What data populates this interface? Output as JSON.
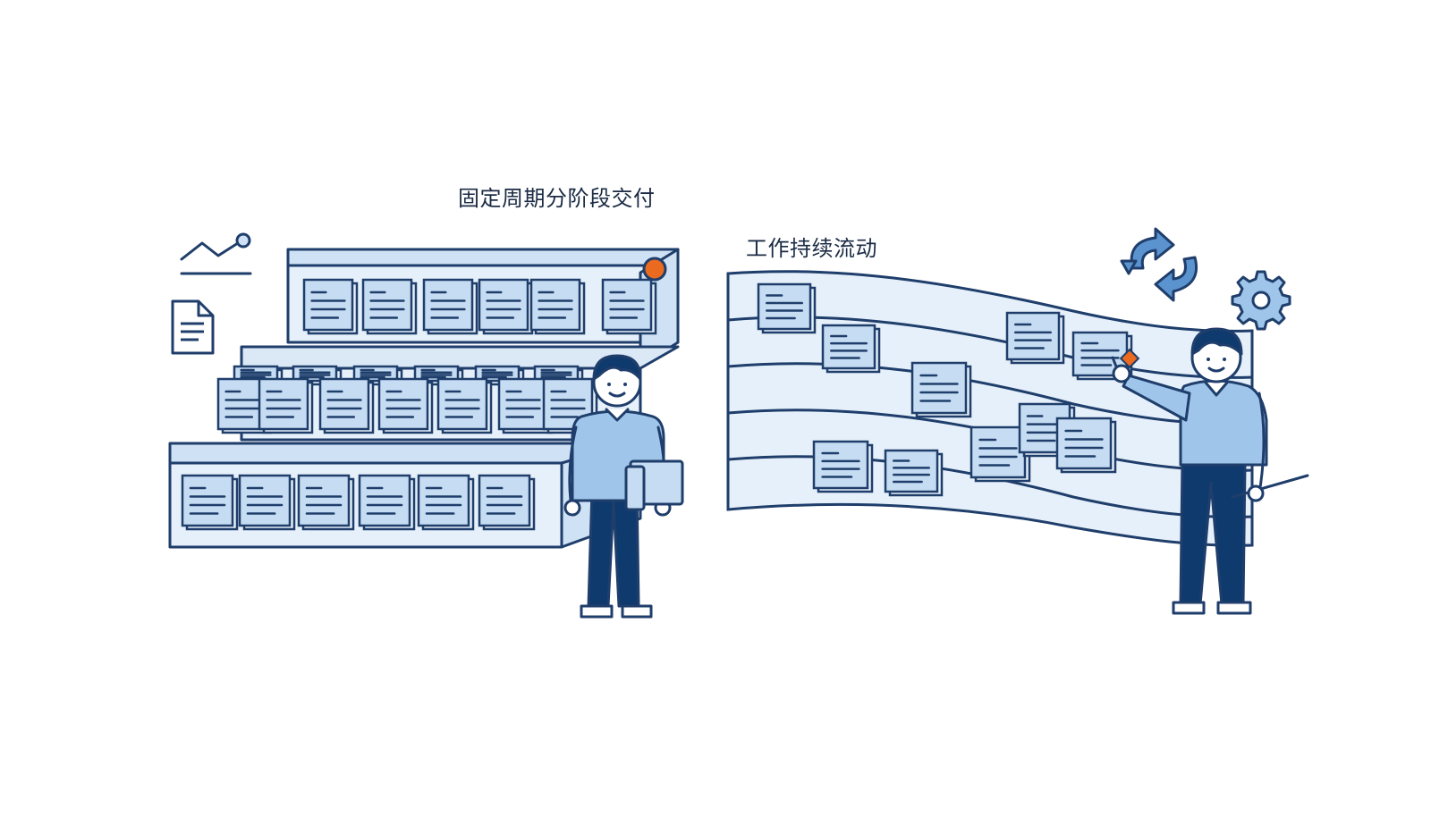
{
  "captions": {
    "fixed_cycle": "固定周期分阶段交付",
    "continuous_flow": "工作持续流动"
  },
  "palette": {
    "outline": "#1f3e6b",
    "navy": "#0f3a6e",
    "fill_light": "#e6f0fa",
    "fill_mid": "#cfe2f5",
    "fill_card": "#c6dcf2",
    "shirt": "#9fc6ea",
    "skin": "#ffffff",
    "accent_orange": "#ea6a1f",
    "accent_blue": "#5b93cf"
  },
  "icons": [
    "line-chart-icon",
    "document-icon",
    "refresh-cycle-icon",
    "gear-icon",
    "orange-dot-marker",
    "orange-diamond-marker"
  ]
}
